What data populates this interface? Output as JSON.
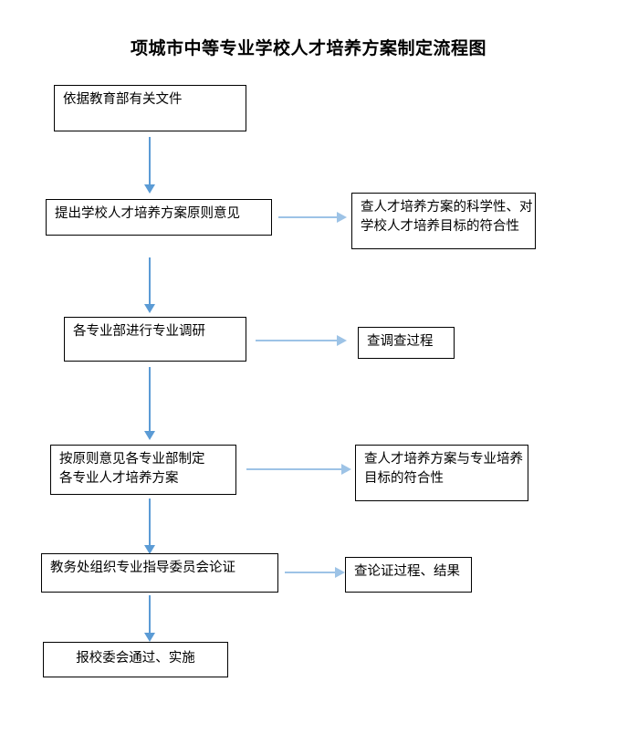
{
  "document": {
    "title": "项城市中等专业学校人才培养方案制定流程图"
  },
  "colors": {
    "box_border": "#000000",
    "box_fill": "#ffffff",
    "vertical_arrow": "#5b9bd5",
    "horizontal_arrow": "#9dc3e6",
    "text": "#000000",
    "page_background": "#ffffff"
  },
  "flow": {
    "steps": [
      {
        "id": "step-1",
        "lines": [
          "依据教育部有关文件"
        ],
        "check": null
      },
      {
        "id": "step-2",
        "lines": [
          "提出学校人才培养方案原则意见"
        ],
        "check": {
          "id": "check-2",
          "lines": [
            "查人才培养方案的科学性、对",
            "学校人才培养目标的符合性"
          ]
        }
      },
      {
        "id": "step-3",
        "lines": [
          "各专业部进行专业调研"
        ],
        "check": {
          "id": "check-3",
          "lines": [
            "查调查过程"
          ]
        }
      },
      {
        "id": "step-4",
        "lines": [
          "按原则意见各专业部制定",
          "各专业人才培养方案"
        ],
        "check": {
          "id": "check-4",
          "lines": [
            "查人才培养方案与专业培养",
            "目标的符合性"
          ]
        }
      },
      {
        "id": "step-5",
        "lines": [
          "教务处组织专业指导委员会论证"
        ],
        "check": {
          "id": "check-5",
          "lines": [
            "查论证过程、结果"
          ]
        }
      },
      {
        "id": "step-6",
        "lines": [
          "报校委会通过、实施"
        ],
        "check": null
      }
    ],
    "connectors": {
      "vertical": [
        "step-1-to-step-2",
        "step-2-to-step-3",
        "step-3-to-step-4",
        "step-4-to-step-5",
        "step-5-to-step-6"
      ],
      "horizontal": [
        "step-2-to-check-2",
        "step-3-to-check-3",
        "step-4-to-check-4",
        "step-5-to-check-5"
      ]
    }
  }
}
